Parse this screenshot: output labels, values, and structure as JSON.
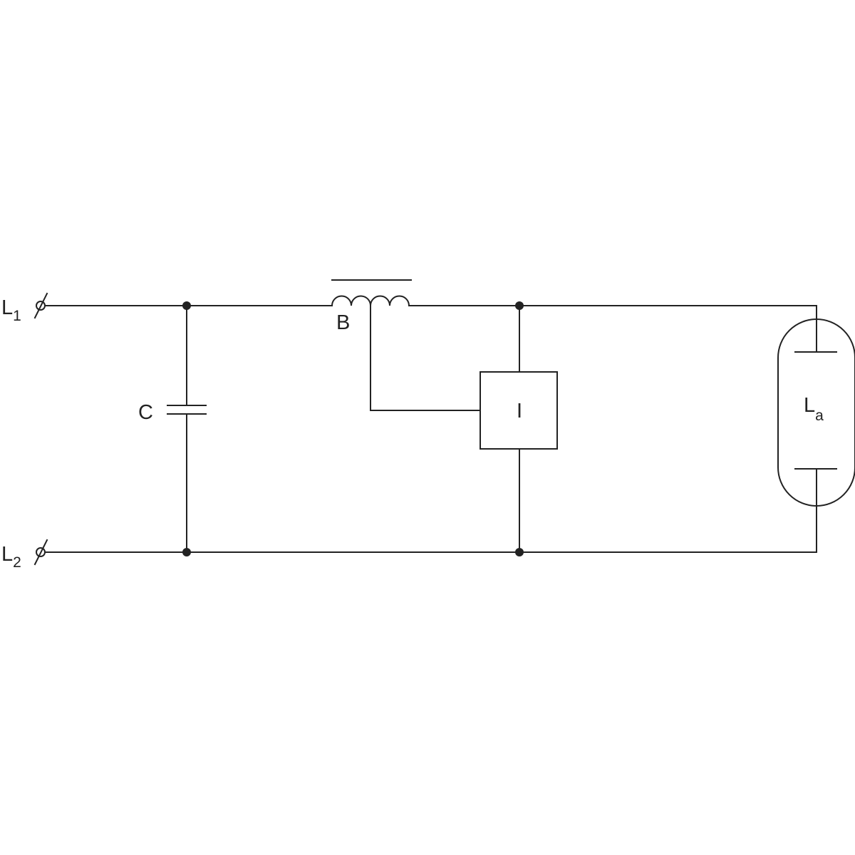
{
  "diagram": {
    "terminal_top": {
      "letter": "L",
      "index": "1"
    },
    "terminal_bottom": {
      "letter": "L",
      "index": "2"
    },
    "capacitor_label": "C",
    "ballast_label": "B",
    "ignitor_label": "I",
    "lamp_label": {
      "letter": "L",
      "index": "a"
    }
  },
  "colors": {
    "line": "#222222",
    "background": "#ffffff"
  }
}
